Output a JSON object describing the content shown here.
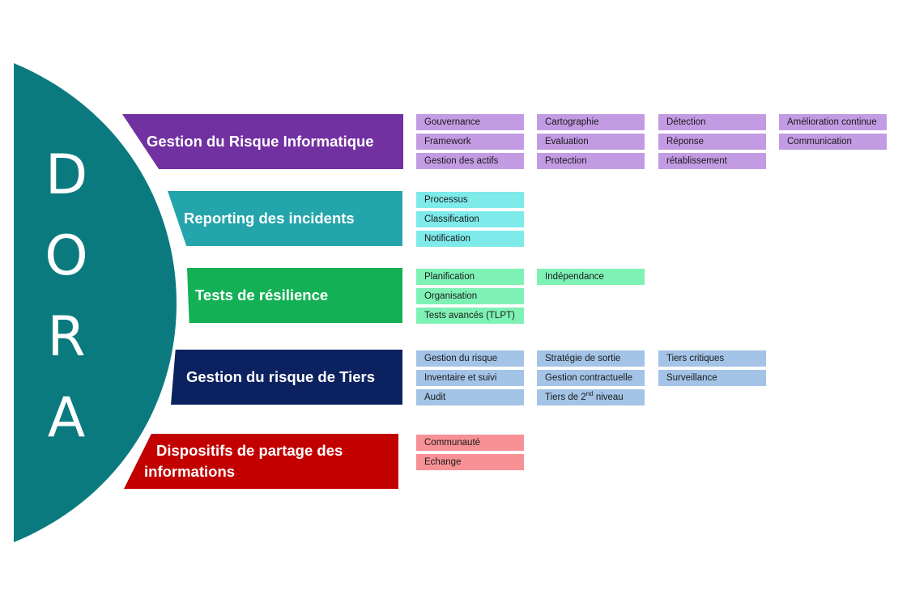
{
  "logo": {
    "letters": [
      "D",
      "O",
      "R",
      "A"
    ]
  },
  "colors": {
    "arc": "#0a7a7f",
    "band1": "#7231a1",
    "band2": "#24a5ab",
    "band3": "#14b055",
    "band4": "#0c2260",
    "band5": "#c20000"
  },
  "bands": [
    {
      "title": "Gestion du Risque Informatique"
    },
    {
      "title": "Reporting des incidents"
    },
    {
      "title": "Tests de résilience"
    },
    {
      "title": "Gestion du risque de Tiers"
    },
    {
      "title_line1": "Dispositifs de partage des",
      "title_line2": "informations"
    }
  ],
  "tags": {
    "grc": [
      "Gouvernance",
      "Cartographie",
      "Détection",
      "Amélioration continue",
      "Framework",
      "Evaluation",
      "Réponse",
      "Communication",
      "Gestion des actifs",
      "Protection",
      "rétablissement"
    ],
    "incidents": [
      "Processus",
      "Classification",
      "Notification"
    ],
    "tests": [
      "Planification",
      "Indépendance",
      "Organisation",
      "Tests avancés (TLPT)"
    ],
    "tiers": [
      "Gestion du risque",
      "Stratégie de sortie",
      "Tiers critiques",
      "Inventaire et suivi",
      "Gestion contractuelle",
      "Surveillance",
      "Audit"
    ],
    "tiers_level": {
      "prefix": "Tiers de 2",
      "sup": "nd",
      "suffix": " niveau"
    },
    "partage": [
      "Communauté",
      "Echange"
    ]
  }
}
